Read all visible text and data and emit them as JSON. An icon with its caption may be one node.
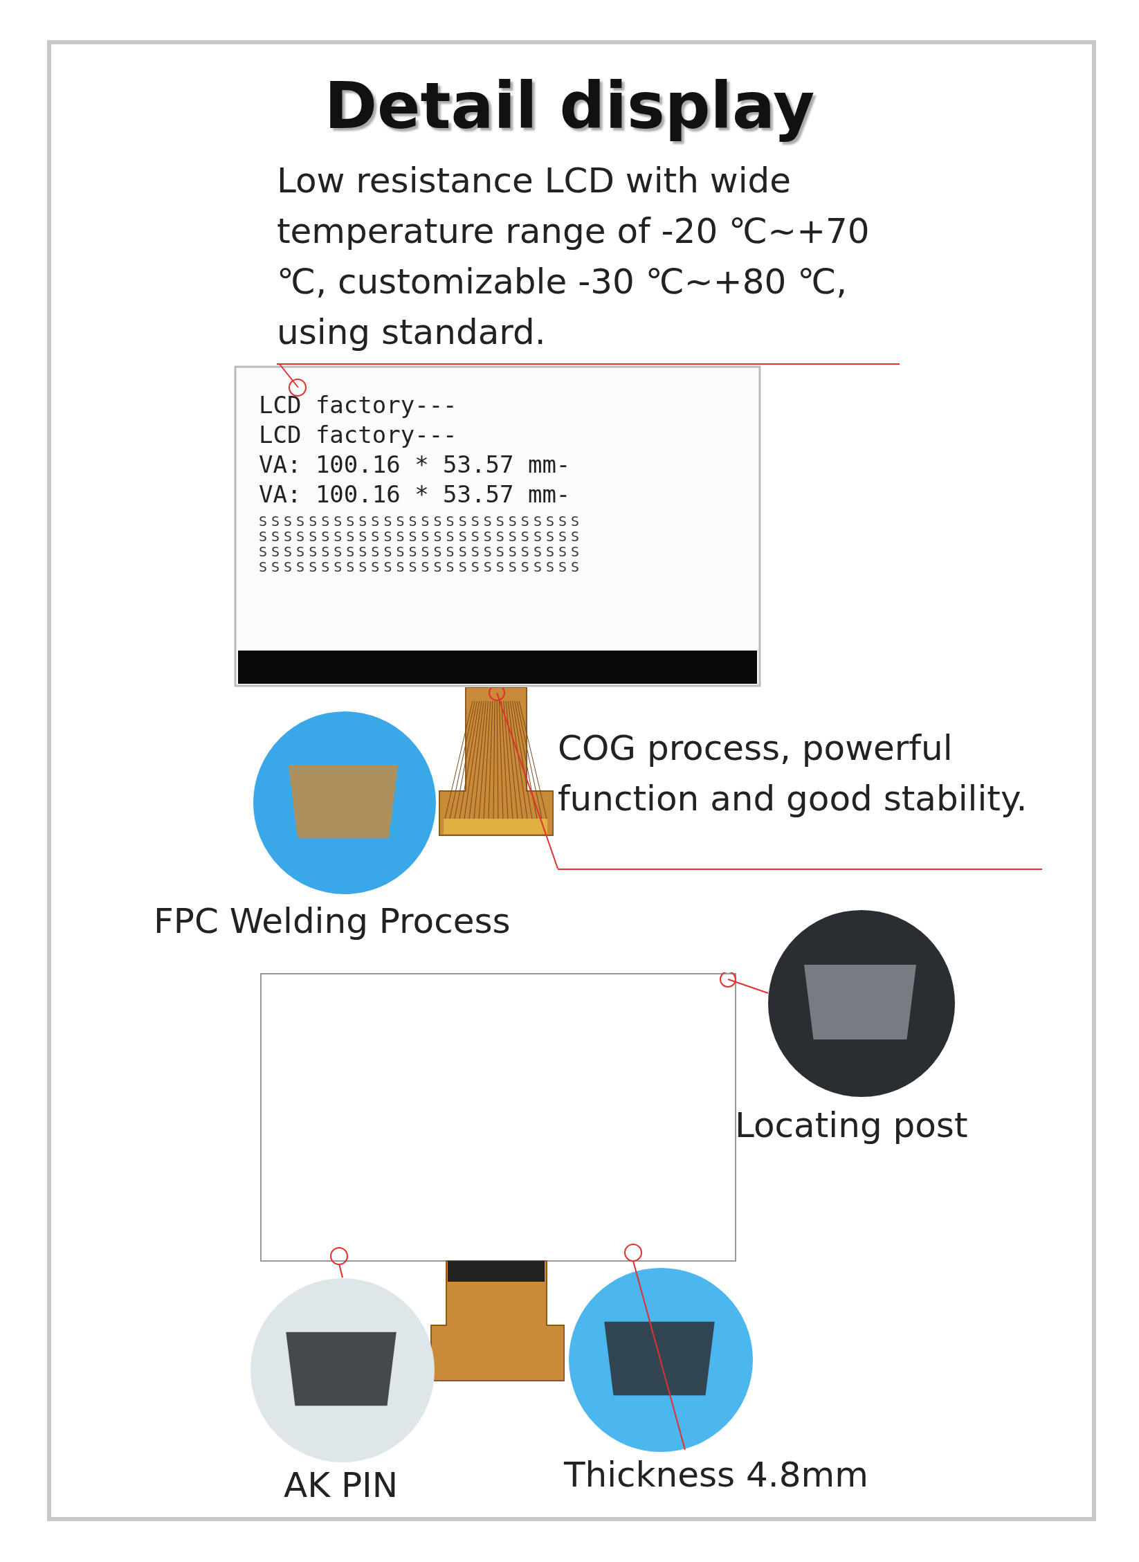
{
  "diagram": {
    "title": "Detail display",
    "nodes": [
      {
        "text": [
          "Low resistance LCD with wide temperature range of -20 ℃~+70 ℃, customizable -30 ℃~+80 ℃, using standard."
        ]
      },
      {
        "text": [
          "LCD factory---",
          "LCD factory---",
          "VA: 100.16 * 53.57 mm-",
          "VA: 100.16 * 53.57 mm-",
          "SSSSSSSSSSSSSSSSSSSSSSSSSS",
          "SSSSSSSSSSSSSSSSSSSSSSSSSS",
          "SSSSSSSSSSSSSSSSSSSSSSSSSS",
          "SSSSSSSSSSSSSSSSSSSSSSSSSS"
        ]
      },
      {
        "text": [
          "FPC Welding Process"
        ]
      },
      {
        "text": [
          "COG process, powerful function and good stability."
        ]
      },
      {
        "text": [],
        "shape": "picture"
      },
      {
        "text": [],
        "shape": "picture"
      },
      {
        "text": [
          "Locating post"
        ]
      },
      {
        "text": [
          "AK PIN"
        ]
      },
      {
        "text": [
          "Thickness 4.8mm"
        ]
      }
    ],
    "edges": [
      {
        "from": 0,
        "to": 1,
        "arrow": "none",
        "color": "#e03030"
      },
      {
        "from": 3,
        "to": 4,
        "arrow": "none",
        "color": "#e03030"
      },
      {
        "from": 6,
        "to": 5,
        "arrow": "none",
        "color": "#e03030"
      },
      {
        "from": 7,
        "to": 5,
        "arrow": "none",
        "color": "#e03030"
      },
      {
        "from": 8,
        "to": 5,
        "arrow": "none",
        "color": "#e03030"
      }
    ]
  }
}
